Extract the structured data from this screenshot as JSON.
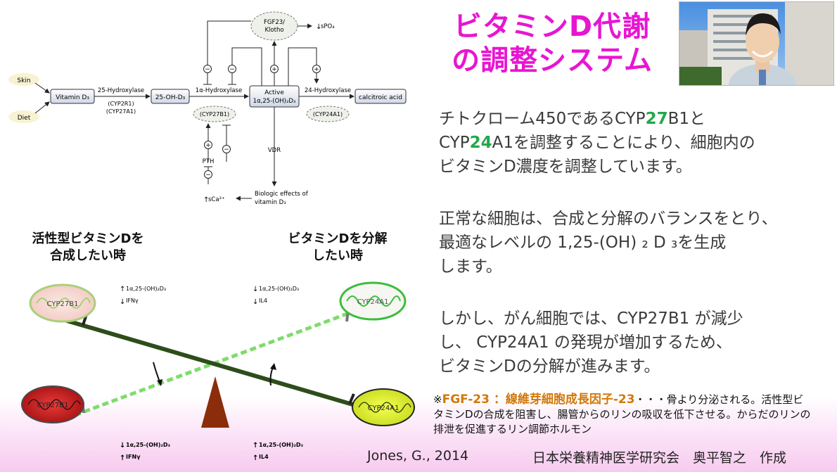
{
  "title": {
    "line1": "ビタミンD代謝",
    "line2": "の調整システム"
  },
  "paragraph1": {
    "line1_a": "チトクローム450であるCYP",
    "line1_b": "27",
    "line1_c": "B1と",
    "line2_a": "CYP",
    "line2_b": "24",
    "line2_c": "A1を調整することにより、細胞内の",
    "line3": "ビタミンD濃度を調整しています。"
  },
  "paragraph2": {
    "line1": "正常な細胞は、合成と分解のバランスをとり、",
    "line2": "最適なレベルの 1,25-(OH) ₂ D ₃を生成",
    "line3": "します。"
  },
  "paragraph3": {
    "line1": "しかし、がん細胞では、CYP27B1 が減少",
    "line2": "し、 CYP24A1 の発現が増加するため、",
    "line3": "ビタミンDの分解が進みます。"
  },
  "note": {
    "mark": "※",
    "fgf": "FGF-23 ：線維芽細胞成長因子-23",
    "text": "・・・骨より分泌される。活性型ビタミンDの合成を阻害し、腸管からのリンの吸収を低下させる。からだのリンの排泄を促進するリン調節ホルモン"
  },
  "footer": {
    "citation": "Jones, G., 2014",
    "author": "日本栄養精神医学研究会　奥平智之　作成"
  },
  "seesaw": {
    "left_heading": {
      "line1": "活性型ビタミンDを",
      "line2": "合成したい時"
    },
    "right_heading": {
      "line1": "ビタミンDを分解",
      "line2": "したい時"
    },
    "top_left_mito": "CYP27B1",
    "top_right_mito": "CYP24A1",
    "bottom_left_mito": "CYP27B1",
    "bottom_right_mito": "CYP24A1",
    "top_mid_left": {
      "l1": "1α,25-(OH)₂D₃",
      "l2": "IFNγ"
    },
    "top_mid_right": {
      "l1": "1α,25-(OH)₂D₃",
      "l2": "IL4"
    },
    "bottom_left": {
      "l1": "1α,25-(OH)₂D₃",
      "l2": "IFNγ"
    },
    "bottom_right": {
      "l1": "1α,25-(OH)₂D₃",
      "l2": "IL4"
    }
  },
  "pathway": {
    "skin": "Skin",
    "diet": "Diet",
    "vitd3": "Vitamin D₃",
    "hyd25": "25-Hydroxylase",
    "cyp2r1": "(CYP2R1)",
    "cyp27a1": "(CYP27A1)",
    "oh25": "25-OH-D₃",
    "hyd1a": "1α-Hydroxylase",
    "cyp27b1": "(CYP27B1)",
    "active1": "Active",
    "active2": "1α,25-(OH)₂D₃",
    "hyd24": "24-Hydroxylase",
    "cyp24a1": "(CYP24A1)",
    "calcitroic": "calcitroic acid",
    "fgf1": "FGF23/",
    "fgf2": "Klotho",
    "spo4": "sPO₄",
    "vdr": "VDR",
    "pth": "PTH",
    "sca": "sCa²⁺",
    "bio1": "Biologic effects of",
    "bio2": "vitamin D₃",
    "minus": "−",
    "plus": "+"
  },
  "colors": {
    "title": "#e815d2",
    "green_emphasis": "#22a84b",
    "fgf": "#d2780a"
  }
}
